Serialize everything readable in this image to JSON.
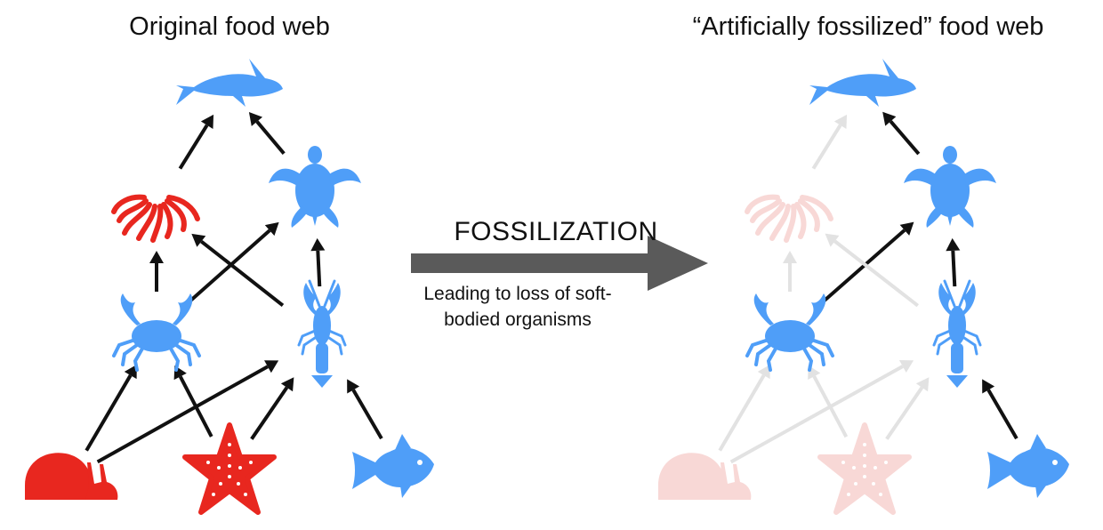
{
  "titles": {
    "original": "Original food web",
    "fossilized": "“Artificially fossilized” food web"
  },
  "process": {
    "label": "FOSSILIZATION",
    "description": "Leading to loss of soft-bodied organisms"
  },
  "colors": {
    "hard_bodied": "#4f9ef8",
    "soft_bodied": "#e8271f",
    "soft_bodied_faded": "#f8d8d6",
    "arrow": "#111111",
    "arrow_faded": "#e2e2e2",
    "process_arrow": "#5a5a5a",
    "background": "#ffffff"
  },
  "organisms": [
    {
      "id": "shark",
      "icon": "shark-icon",
      "body": "hard"
    },
    {
      "id": "octopus",
      "icon": "octopus-icon",
      "body": "soft"
    },
    {
      "id": "turtle",
      "icon": "turtle-icon",
      "body": "hard"
    },
    {
      "id": "crab",
      "icon": "crab-icon",
      "body": "hard"
    },
    {
      "id": "lobster",
      "icon": "lobster-icon",
      "body": "hard"
    },
    {
      "id": "snail",
      "icon": "snail-icon",
      "body": "soft"
    },
    {
      "id": "starfish",
      "icon": "starfish-icon",
      "body": "soft"
    },
    {
      "id": "fish",
      "icon": "fish-icon",
      "body": "hard"
    }
  ],
  "feeding_links": [
    {
      "prey": "octopus",
      "predator": "shark"
    },
    {
      "prey": "turtle",
      "predator": "shark"
    },
    {
      "prey": "crab",
      "predator": "octopus"
    },
    {
      "prey": "crab",
      "predator": "turtle"
    },
    {
      "prey": "lobster",
      "predator": "octopus"
    },
    {
      "prey": "lobster",
      "predator": "turtle"
    },
    {
      "prey": "snail",
      "predator": "crab"
    },
    {
      "prey": "snail",
      "predator": "lobster"
    },
    {
      "prey": "starfish",
      "predator": "crab"
    },
    {
      "prey": "starfish",
      "predator": "lobster"
    },
    {
      "prey": "fish",
      "predator": "lobster"
    }
  ]
}
